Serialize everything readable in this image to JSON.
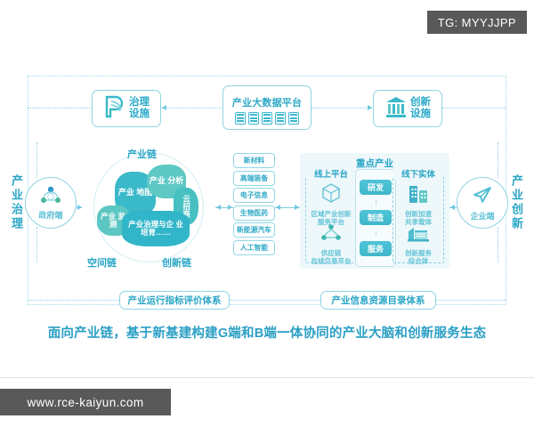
{
  "watermarks": {
    "top": "TG: MYYJJPP",
    "bottom": "www.rce-kaiyun.com"
  },
  "top_row": {
    "governance_facility": "治理\n设施",
    "governance_facility_icon": "leaf-p-icon",
    "big_data_platform": {
      "title": "产业大数据平台",
      "icon": "server-rack-icon",
      "icon_count": 5
    },
    "innovation_facility": "创新\n设施",
    "innovation_facility_icon": "bank-building-icon"
  },
  "endpoints": {
    "left": {
      "vertical_label": "产业治理",
      "circle_label": "政府端",
      "circle_icon": "network-nodes-icon"
    },
    "right": {
      "vertical_label": "产业创新",
      "circle_label": "企业端",
      "circle_icon": "paper-plane-icon"
    }
  },
  "brain": {
    "ring_labels": {
      "top": "产业链",
      "bottom_left": "空间链",
      "bottom_right": "创新链"
    },
    "lobes": [
      {
        "key": "map",
        "label": "产业\n地图",
        "color": "#3ab9c9"
      },
      {
        "key": "analysis",
        "label": "产业\n分析",
        "color": "#5ec8c5"
      },
      {
        "key": "cloud",
        "label": "云招商",
        "color": "#47c0c2"
      },
      {
        "key": "monitor",
        "label": "产业\n监测",
        "color": "#5cc6c2"
      },
      {
        "key": "governance",
        "label": "产业治理与企\n业培育……",
        "color": "#31b5c9"
      }
    ]
  },
  "industry_tags": [
    "新材料",
    "高端装备",
    "电子信息",
    "生物医药",
    "新能源汽车",
    "人工智能"
  ],
  "panel": {
    "title": "重点产业",
    "online": {
      "title": "线上平台",
      "items": [
        {
          "label": "区域产业创新\n服务平台",
          "icon": "cube-box-icon"
        },
        {
          "label": "供应链\n在线交易平台",
          "icon": "supply-chain-nodes-icon"
        }
      ]
    },
    "offline": {
      "title": "线下实体",
      "items": [
        {
          "label": "创新加速\n共享载体",
          "icon": "twin-towers-icon"
        },
        {
          "label": "创新服务\n综合体",
          "icon": "complex-building-icon"
        }
      ]
    },
    "value_chain": [
      "研发",
      "制造",
      "服务"
    ]
  },
  "system_boxes": {
    "left": "产业运行指标评价体系",
    "right": "产业信息资源目录体系"
  },
  "caption": "面向产业链，基于新基建构建G端和B端一体协同的产业大脑和创新服务生态",
  "colors": {
    "accent": "#2aa6c6",
    "teal": "#3ab9c9",
    "line": "#8fd0e2",
    "panel_bg": "#eef8fb",
    "watermark_bg": "#595959"
  }
}
